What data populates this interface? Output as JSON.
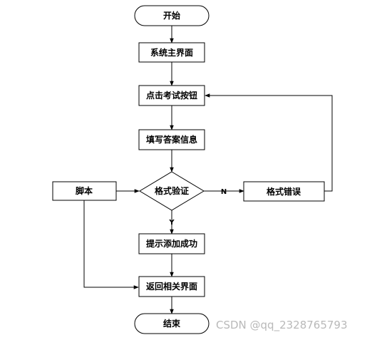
{
  "nodes": {
    "start": "开始",
    "main_ui": "系统主界面",
    "click_exam": "点击考试按钮",
    "fill_answer": "填写答案信息",
    "format_check": "格式验证",
    "format_error": "格式错误",
    "script": "脚本",
    "add_success": "提示添加成功",
    "return_page": "返回相关界面",
    "end": "结束"
  },
  "edges": {
    "no_label": "N",
    "yes_label": "Y"
  },
  "watermark": "CSDN @qq_2328765793"
}
